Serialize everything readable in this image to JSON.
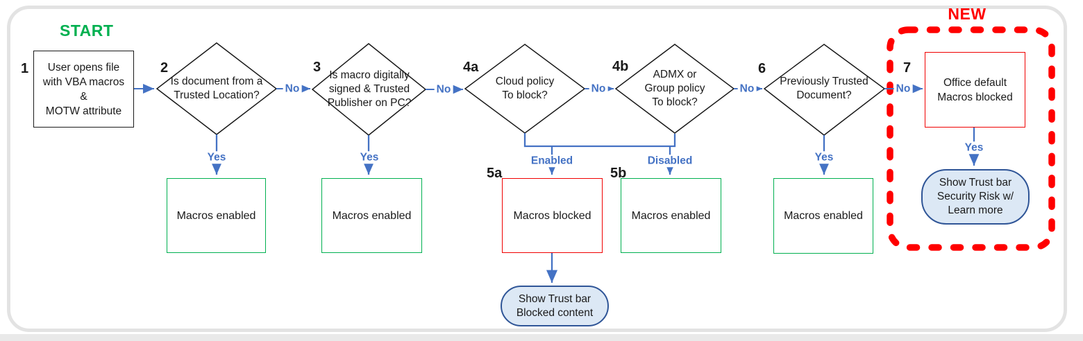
{
  "annotations": {
    "start": "START",
    "new": "NEW"
  },
  "edge_labels": {
    "yes": "Yes",
    "no": "No",
    "enabled": "Enabled",
    "disabled": "Disabled"
  },
  "steps": {
    "s1": {
      "num": "1",
      "text": "User opens file\nwith VBA macros\n&\nMOTW attribute"
    },
    "s2": {
      "num": "2",
      "text": "Is document from a\nTrusted Location?"
    },
    "s3": {
      "num": "3",
      "text": "Is macro digitally\nsigned & Trusted\nPublisher on PC?"
    },
    "s4a": {
      "num": "4a",
      "text": "Cloud policy\nTo block?"
    },
    "s4b": {
      "num": "4b",
      "text": "ADMX or\nGroup policy\nTo block?"
    },
    "s5a": {
      "num": "5a",
      "text": "Macros blocked"
    },
    "s5b": {
      "num": "5b",
      "text": "Macros enabled"
    },
    "s6": {
      "num": "6",
      "text": "Previously Trusted\nDocument?"
    },
    "s7": {
      "num": "7",
      "text": "Office default\nMacros blocked"
    }
  },
  "outcomes": {
    "enabled_after_2": "Macros enabled",
    "enabled_after_3": "Macros enabled",
    "enabled_after_6": "Macros enabled",
    "trustbar_blocked": "Show Trust bar\nBlocked content",
    "trustbar_security": "Show Trust bar\nSecurity Risk w/\nLearn more"
  },
  "colors": {
    "arrow_blue": "#4472C4",
    "outcome_green": "#00B050",
    "alert_red": "#FF0000",
    "pill_fill": "#DCE8F5",
    "pill_border": "#2F5597",
    "start_green": "#00B050"
  }
}
